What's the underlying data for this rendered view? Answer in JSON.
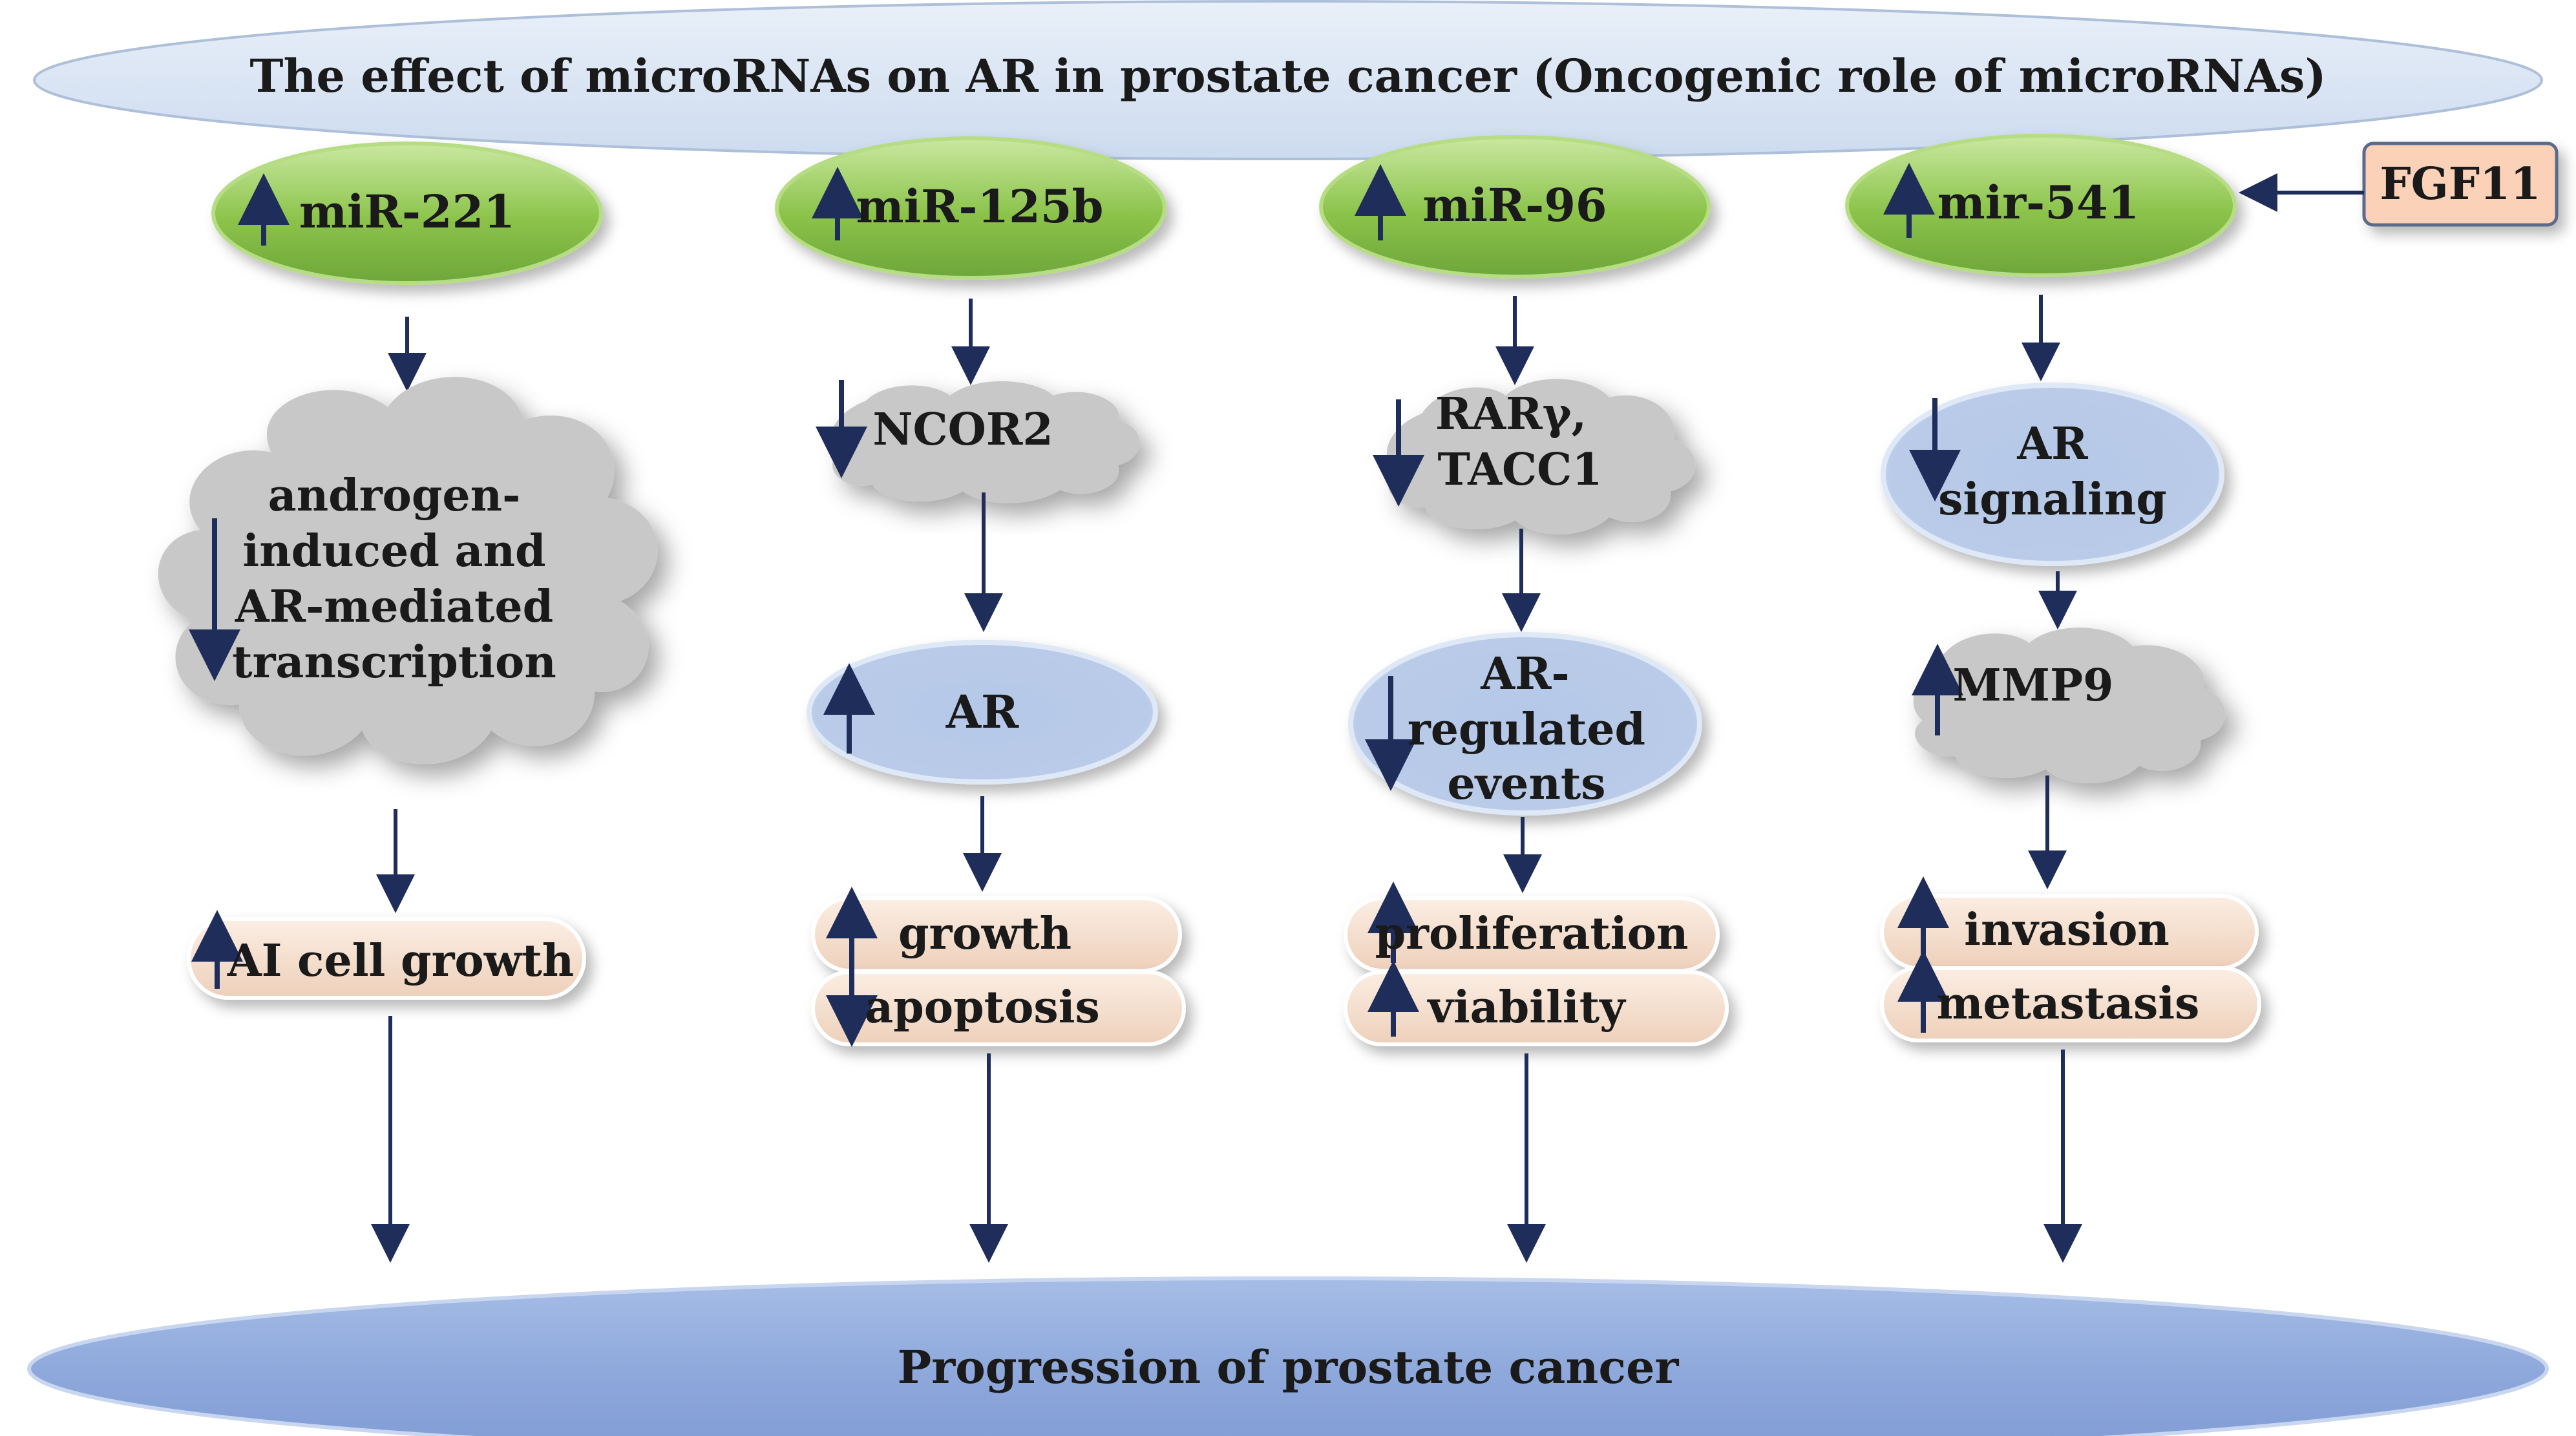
{
  "title": "The effect of microRNAs on AR  in prostate cancer (Oncogenic role of microRNAs)",
  "bottom_label": "Progression of prostate cancer",
  "fgf_label": "FGF11",
  "colors": {
    "green": "#8bc34a",
    "blue_oval": "#b9cbe8",
    "cloud": "#c8c8c8",
    "pill": "#f3dccb",
    "header": "#dde7f4",
    "footer": "#8fa9dc",
    "fgf_box": "#fbd1b7",
    "arrow": "#1f2d5a"
  },
  "columns": [
    {
      "mirna": "miR-221",
      "target": [
        "androgen-",
        "induced and",
        "AR-mediated",
        "transcription"
      ],
      "outcomes": [
        "AI cell growth"
      ]
    },
    {
      "mirna": "miR-125b",
      "target": [
        "NCOR2"
      ],
      "effector": [
        "AR"
      ],
      "outcomes": [
        "growth",
        "apoptosis"
      ]
    },
    {
      "mirna": "miR-96",
      "target": [
        "RARγ,",
        "TACC1"
      ],
      "effector": [
        "AR-",
        "regulated",
        "events"
      ],
      "outcomes": [
        "proliferation",
        "viability"
      ]
    },
    {
      "mirna": "mir-541",
      "target": [
        "AR",
        "signaling"
      ],
      "effector": [
        "MMP9"
      ],
      "outcomes": [
        "invasion",
        "metastasis"
      ]
    }
  ]
}
